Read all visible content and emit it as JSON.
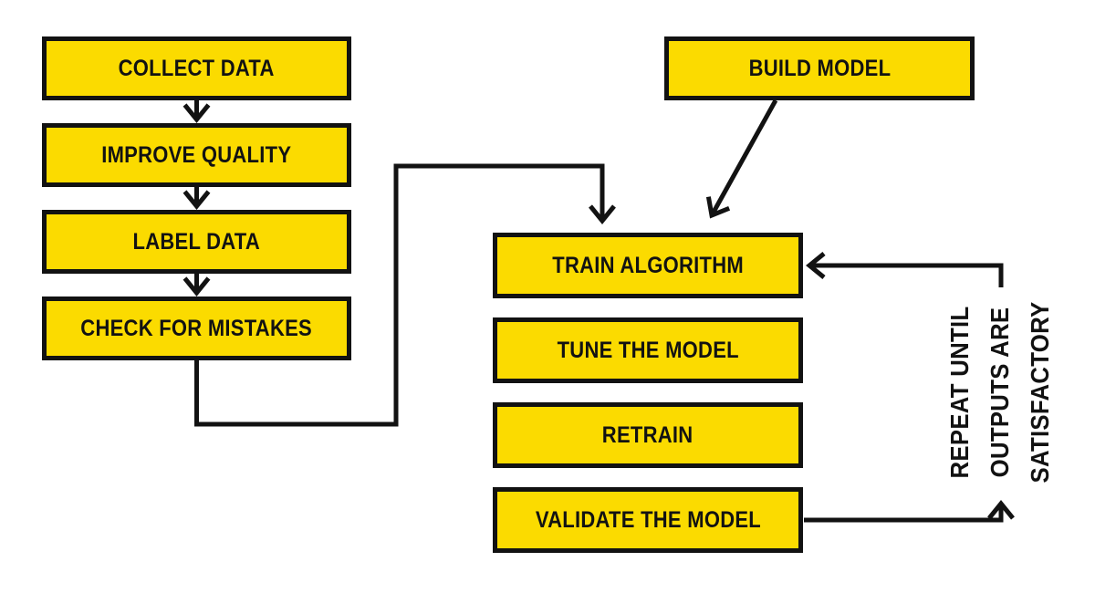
{
  "palette": {
    "box_fill": "#fbdb00",
    "line_color": "#121212",
    "background": "#ffffff"
  },
  "boxes": {
    "collect_data": {
      "label": "COLLECT DATA"
    },
    "improve_quality": {
      "label": "IMPROVE QUALITY"
    },
    "label_data": {
      "label": "LABEL DATA"
    },
    "check_mistakes": {
      "label": "CHECK FOR MISTAKES"
    },
    "build_model": {
      "label": "BUILD MODEL"
    },
    "train_algorithm": {
      "label": "TRAIN ALGORITHM"
    },
    "tune_model": {
      "label": "TUNE THE MODEL"
    },
    "retrain": {
      "label": "RETRAIN"
    },
    "validate_model": {
      "label": "VALIDATE THE MODEL"
    }
  },
  "loop_note": {
    "lines": [
      "REPEAT UNTIL",
      "OUTPUTS ARE",
      "SATISFACTORY"
    ]
  },
  "edges": [
    {
      "from": "collect_data",
      "to": "improve_quality"
    },
    {
      "from": "improve_quality",
      "to": "label_data"
    },
    {
      "from": "label_data",
      "to": "check_mistakes"
    },
    {
      "from": "check_mistakes",
      "to": "train_algorithm"
    },
    {
      "from": "build_model",
      "to": "train_algorithm"
    },
    {
      "from": "validate_model",
      "to": "train_algorithm",
      "note": "REPEAT UNTIL OUTPUTS ARE SATISFACTORY"
    }
  ]
}
